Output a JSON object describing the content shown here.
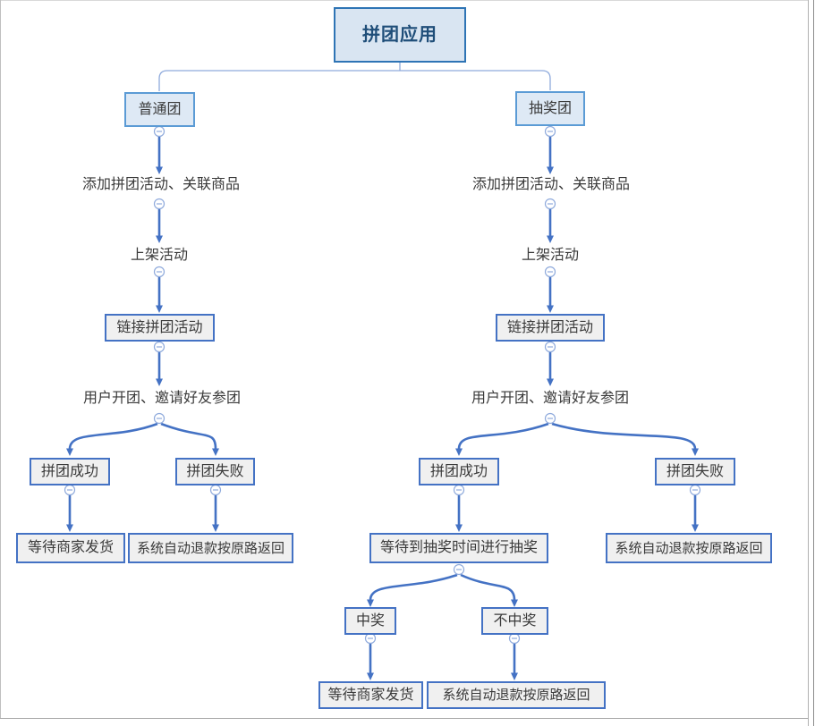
{
  "diagram": {
    "title": "拼团应用",
    "type": "mindmap-flowchart",
    "palette": {
      "root_fill": "#d9e5f2",
      "root_border": "#2e74b5",
      "root_text": "#1f4e79",
      "branch_fill": "#dee9f5",
      "branch_border": "#5b9bd5",
      "box_fill": "#f0f0f0",
      "box_border": "#4472c4",
      "arrow_blue": "#4472c4",
      "thin_connector": "#8faadc",
      "text_color": "#3a3a3a"
    },
    "collapse_icon": {
      "symbol": "−",
      "shape": "circled-minus"
    }
  },
  "nodes": [
    {
      "id": "root",
      "label": "拼团应用",
      "type": "root",
      "parent": null
    },
    {
      "id": "left-branch",
      "label": "普通团",
      "type": "branch",
      "parent": "root"
    },
    {
      "id": "right-branch",
      "label": "抽奖团",
      "type": "branch",
      "parent": "root"
    },
    {
      "id": "l-step-1",
      "label": "添加拼团活动、关联商品",
      "type": "text",
      "parent": "left-branch"
    },
    {
      "id": "l-step-2",
      "label": "上架活动",
      "type": "text",
      "parent": "l-step-1"
    },
    {
      "id": "l-step-3",
      "label": "链接拼团活动",
      "type": "box",
      "parent": "l-step-2"
    },
    {
      "id": "l-step-4",
      "label": "用户开团、邀请好友参团",
      "type": "text",
      "parent": "l-step-3"
    },
    {
      "id": "l-success",
      "label": "拼团成功",
      "type": "box",
      "parent": "l-step-4"
    },
    {
      "id": "l-fail",
      "label": "拼团失败",
      "type": "box",
      "parent": "l-step-4"
    },
    {
      "id": "l-ship",
      "label": "等待商家发货",
      "type": "box",
      "parent": "l-success"
    },
    {
      "id": "l-refund",
      "label": "系统自动退款按原路返回",
      "type": "box",
      "parent": "l-fail"
    },
    {
      "id": "r-step-1",
      "label": "添加拼团活动、关联商品",
      "type": "text",
      "parent": "right-branch"
    },
    {
      "id": "r-step-2",
      "label": "上架活动",
      "type": "text",
      "parent": "r-step-1"
    },
    {
      "id": "r-step-3",
      "label": "链接拼团活动",
      "type": "box",
      "parent": "r-step-2"
    },
    {
      "id": "r-step-4",
      "label": "用户开团、邀请好友参团",
      "type": "text",
      "parent": "r-step-3"
    },
    {
      "id": "r-success",
      "label": "拼团成功",
      "type": "box",
      "parent": "r-step-4"
    },
    {
      "id": "r-fail",
      "label": "拼团失败",
      "type": "box",
      "parent": "r-step-4"
    },
    {
      "id": "r-draw",
      "label": "等待到抽奖时间进行抽奖",
      "type": "box",
      "parent": "r-success"
    },
    {
      "id": "r-refund-1",
      "label": "系统自动退款按原路返回",
      "type": "box",
      "parent": "r-fail"
    },
    {
      "id": "r-win",
      "label": "中奖",
      "type": "box",
      "parent": "r-draw"
    },
    {
      "id": "r-lose",
      "label": "不中奖",
      "type": "box",
      "parent": "r-draw"
    },
    {
      "id": "r-ship",
      "label": "等待商家发货",
      "type": "box",
      "parent": "r-win"
    },
    {
      "id": "r-refund-2",
      "label": "系统自动退款按原路返回",
      "type": "box",
      "parent": "r-lose"
    }
  ]
}
